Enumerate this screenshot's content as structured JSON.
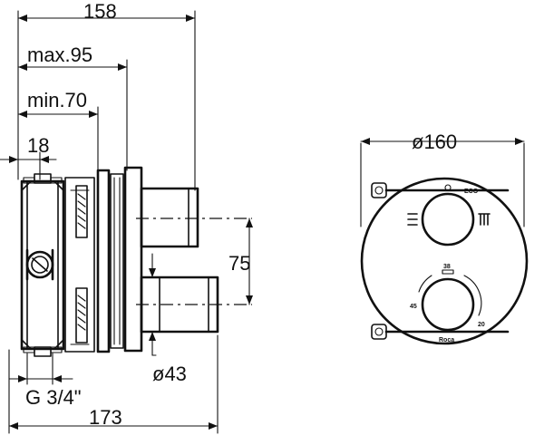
{
  "dimensions": {
    "overall_depth": "158",
    "max_depth": "max.95",
    "min_depth": "min.70",
    "offset": "18",
    "outlet_spacing": "75",
    "outlet_diameter": "ø43",
    "thread": "G 3/4\"",
    "overall_height": "173",
    "plate_diameter": "ø160"
  },
  "front_view": {
    "eco_label": "ECO",
    "temp_top": "38",
    "temp_left": "45",
    "temp_right": "20",
    "brand": "Roca"
  },
  "colors": {
    "ink": "#111111",
    "paper": "#ffffff"
  }
}
